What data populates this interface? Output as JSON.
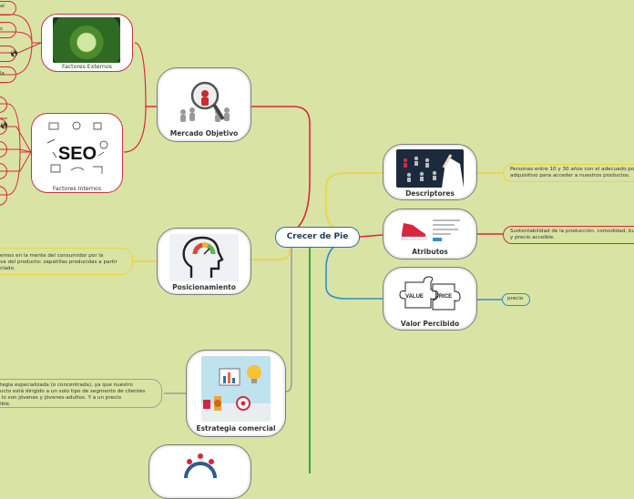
{
  "central": {
    "title": "Crecer de Pie"
  },
  "left_branches": {
    "mercado": {
      "title": "Mercado Objetivo",
      "externos": {
        "title": "Factores Externos",
        "leaves": [
          "al",
          "s",
          "la"
        ]
      },
      "internos": {
        "title": "Factores Internos"
      }
    },
    "posicionamiento": {
      "title": "Posicionamiento",
      "note": "emos en la mente del consumidor por la\nva del producto: zapatillas producidas a partir\nclado."
    },
    "estrategia": {
      "title": "Estrategia comercial",
      "note": "tegia especializada (o concentrada), ya que nuestro\nucto está dirigido a un solo tipo de segmento de clientes\n lo son jóvenes y jóvenes-adultos. Y a un precio\nible."
    }
  },
  "right_branches": {
    "descriptores": {
      "title": "Descriptores",
      "note": "Personas entre 10 y 30 años con el adecuado po\nadquisitivo para acceder a nuestros productos."
    },
    "atributos": {
      "title": "Atributos",
      "note": "Sustentabilidad de la producción, comodidad, bu\ny precio acceible."
    },
    "valor": {
      "title": "Valor Percibido",
      "note": "precio"
    }
  },
  "colors": {
    "background": "#d9e4a4",
    "mercado": "#d9263f",
    "posicionamiento": "#f0d23a",
    "estrategia": "#9aa09a",
    "descriptores": "#f0d23a",
    "atributos": "#d9263f",
    "valor": "#2f8fd0",
    "trunk_green": "#3aa83a"
  },
  "icons": [
    "globe-icon",
    "seo-image",
    "magnifier-people-image",
    "head-gauge-image",
    "strategy-image",
    "business-people-image",
    "sneaker-image",
    "puzzle-image",
    "nature-globe-image"
  ]
}
